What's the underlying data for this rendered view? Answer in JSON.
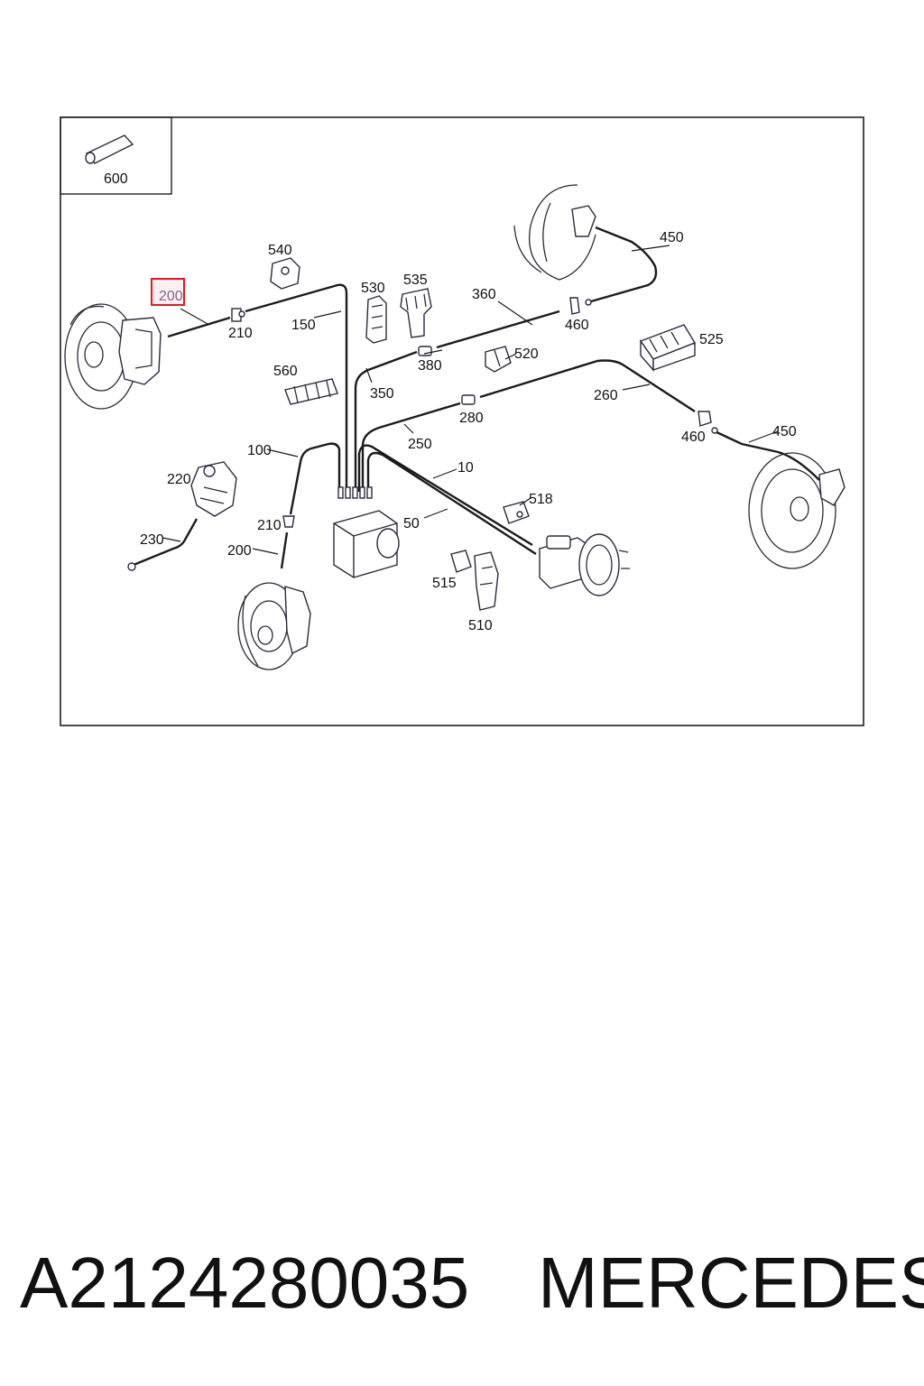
{
  "diagram": {
    "inset_label": "600",
    "highlight_color": "#e0182a",
    "callouts": {
      "c200_top": "200",
      "c210_top": "210",
      "c540": "540",
      "c150": "150",
      "c530": "530",
      "c535": "535",
      "c360": "360",
      "c460_top": "460",
      "c450_top": "450",
      "c560": "560",
      "c380": "380",
      "c520": "520",
      "c350": "350",
      "c525": "525",
      "c260": "260",
      "c280": "280",
      "c460_right": "460",
      "c450_right": "450",
      "c250": "250",
      "c100": "100",
      "c10": "10",
      "c220": "220",
      "c518": "518",
      "c210_bottom": "210",
      "c50": "50",
      "c230": "230",
      "c200_bottom": "200",
      "c515": "515",
      "c510": "510"
    }
  },
  "footer": {
    "part_number": "A2124280035",
    "brand": "MERCEDES"
  }
}
